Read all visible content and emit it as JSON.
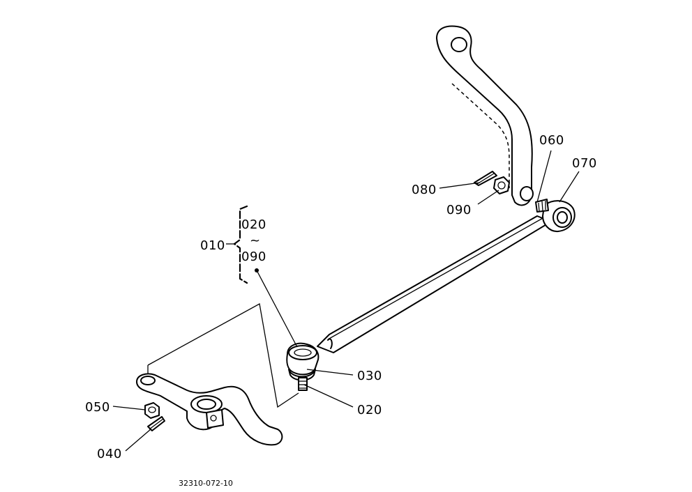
{
  "diagram": {
    "reference": "32310-072-10",
    "callouts": {
      "c010": "010",
      "c020_range": "020",
      "c090_range": "090",
      "range_sep": "~",
      "c020": "020",
      "c030": "030",
      "c040": "040",
      "c050": "050",
      "c060": "060",
      "c070": "070",
      "c080": "080",
      "c090": "090"
    },
    "colors": {
      "ink": "#000000",
      "paper": "#ffffff"
    }
  }
}
